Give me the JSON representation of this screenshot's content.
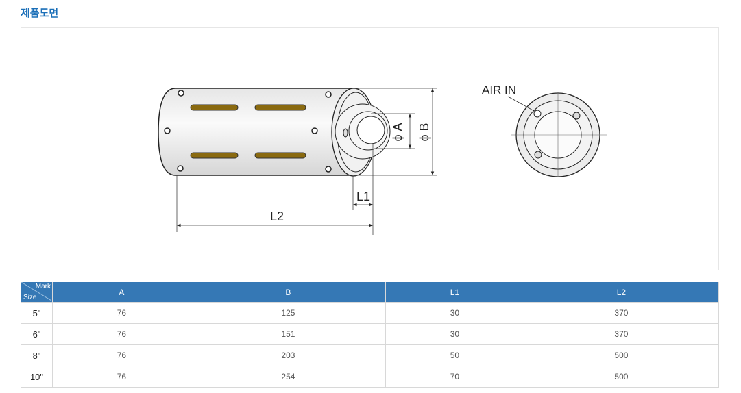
{
  "title": "제품도면",
  "drawing": {
    "labels": {
      "air_in": "AIR IN",
      "phi_a": "ϕ A",
      "phi_b": "ϕ B",
      "l1": "L1",
      "l2": "L2"
    }
  },
  "table": {
    "corner_top": "Mark",
    "corner_bottom": "Size",
    "headers": [
      "A",
      "B",
      "L1",
      "L2"
    ],
    "rows": [
      {
        "size": "5\"",
        "values": [
          "76",
          "125",
          "30",
          "370"
        ]
      },
      {
        "size": "6\"",
        "values": [
          "76",
          "151",
          "30",
          "370"
        ]
      },
      {
        "size": "8\"",
        "values": [
          "76",
          "203",
          "50",
          "500"
        ]
      },
      {
        "size": "10\"",
        "values": [
          "76",
          "254",
          "70",
          "500"
        ]
      }
    ]
  }
}
